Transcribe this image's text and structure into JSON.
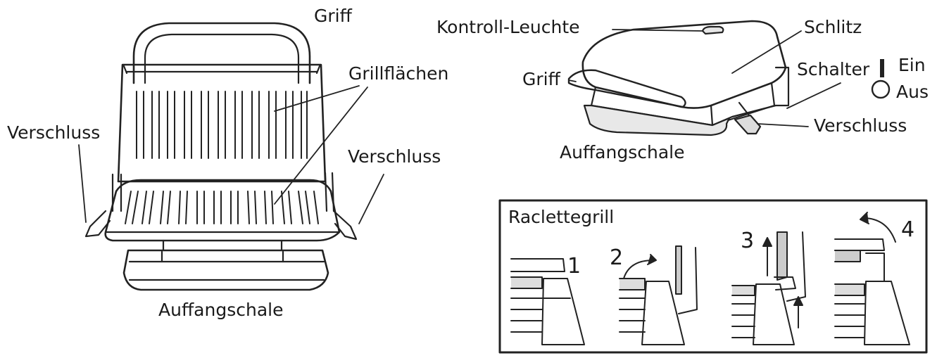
{
  "labels": {
    "left_griff": "Griff",
    "grillflaechen": "Grillflächen",
    "left_verschluss": "Verschluss",
    "right_verschluss_left_view": "Verschluss",
    "left_auffangschale": "Auffangschale",
    "kontroll_leuchte": "Kontroll-Leuchte",
    "schlitz": "Schlitz",
    "right_griff": "Griff",
    "schalter": "Schalter",
    "ein": "Ein",
    "aus": "Aus",
    "right_verschluss": "Verschluss",
    "right_auffangschale": "Auffangschale"
  },
  "raclette_box": {
    "title": "Raclettegrill",
    "steps": [
      "1",
      "2",
      "3",
      "4"
    ]
  }
}
